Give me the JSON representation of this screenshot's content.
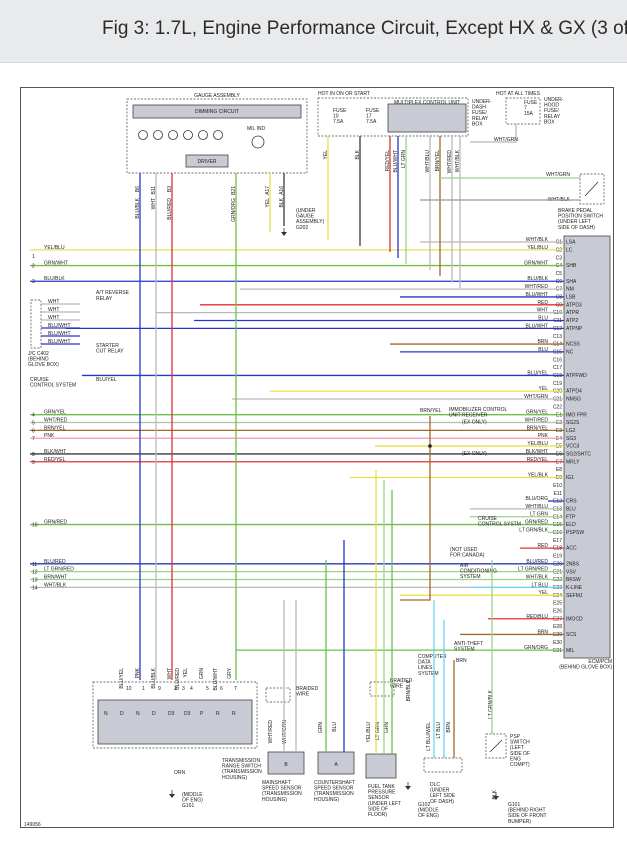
{
  "title": "Fig 3: 1.7L, Engine Performance Circuit, Except HX & GX (3 of",
  "figure_id": "149056",
  "top": {
    "gauge_assembly": "GAUGE ASSEMBLY",
    "dimming_circuit": "DIMMING CIRCUIT",
    "mil_ind": "MIL IND",
    "driver": "DRIVER",
    "hot_in_on_or_start": "HOT IN ON OR START",
    "fuse10": [
      "FUSE",
      "10",
      "7.5A"
    ],
    "fuse17": [
      "FUSE",
      "17",
      "7.5A"
    ],
    "multiplex": "MULTIPLEX CONTROL UNIT",
    "underdash": [
      "UNDER-",
      "DASH",
      "FUSE/",
      "RELAY",
      "BOX"
    ],
    "hot_at_all_times": "HOT AT ALL TIMES",
    "fuse_15a": [
      "FUSE",
      "7",
      "15A"
    ],
    "underhood": [
      "UNDER-",
      "HOOD",
      "FUSE/",
      "RELAY",
      "BOX"
    ],
    "under_gauge": [
      "(UNDER",
      "GAUGE",
      "ASSEMBLY)",
      "G202"
    ],
    "brake_switch": [
      "BRAKE PEDAL",
      "POSITION SWITCH",
      "(UNDER LEFT",
      "SIDE OF DASH)"
    ],
    "whtgrn": "WHT/GRN",
    "whtblk": "WHT/BLK",
    "gauge_pins": [
      "B6",
      "B11",
      "B3",
      "B21",
      "A17",
      "A16"
    ],
    "gauge_wires": [
      "BLU/BLK",
      "WHT",
      "BLU/RED",
      "GRN/ORG",
      "YEL",
      "BLK"
    ],
    "mux_wires": [
      "YEL",
      "BLK",
      "RED/YEL",
      "BLU/WHT",
      "LT GRN",
      "WHT/BLU",
      "BRN/YEL",
      "WHT/RED",
      "WHT/BLK"
    ]
  },
  "left": {
    "rows": [
      {
        "n": "",
        "w": "YEL/BLU"
      },
      {
        "n": "1",
        "w": ""
      },
      {
        "n": "2",
        "w": "GRN/WHT"
      },
      {
        "n": "3",
        "w": "BLU/BLK"
      }
    ],
    "at_reverse": [
      "A/T REVERSE",
      "RELAY"
    ],
    "jc_wires": [
      "WHT",
      "WHT",
      "WHT",
      "BLU/WHT",
      "BLU/WHT",
      "BLU/WHT"
    ],
    "jc": [
      "J/C C402",
      "(BEHIND",
      "GLOVE BOX)"
    ],
    "starter": [
      "STARTER",
      "CUT RELAY"
    ],
    "cruise": [
      "CRUISE",
      "CONTROL SYSTEM"
    ],
    "bluyel": "BLU/YEL",
    "rows2": [
      {
        "n": "4",
        "w": "GRN/YEL"
      },
      {
        "n": "5",
        "w": "WHT/RED"
      },
      {
        "n": "6",
        "w": "BRN/YEL"
      },
      {
        "n": "7",
        "w": "PNK"
      },
      {
        "n": "8",
        "w": "BLK/WHT"
      },
      {
        "n": "9",
        "w": "RED/YEL"
      },
      {
        "n": "10",
        "w": "GRN/RED"
      },
      {
        "n": "11",
        "w": "BLU/RED"
      },
      {
        "n": "12",
        "w": "LT GRN/RED"
      },
      {
        "n": "13",
        "w": "BRN/WHT"
      },
      {
        "n": "14",
        "w": "WHT/BLK"
      }
    ]
  },
  "ecm": {
    "label": [
      "ECM/PCM",
      "(BEHIND GLOVE BOX)"
    ],
    "pins": [
      {
        "c": "C1",
        "w": "WHT/BLK",
        "s": "LSA"
      },
      {
        "c": "C2",
        "w": "YEL/BLU",
        "s": "LC"
      },
      {
        "c": "C3",
        "w": "",
        "s": ""
      },
      {
        "c": "C4",
        "w": "GRN/WHT",
        "s": "SHB"
      },
      {
        "c": "C5",
        "w": "",
        "s": ""
      },
      {
        "c": "C6",
        "w": "BLU/BLK",
        "s": "SHA"
      },
      {
        "c": "C7",
        "w": "WHT/RED",
        "s": "NM"
      },
      {
        "c": "C8",
        "w": "BLU/WHT",
        "s": "LSB"
      },
      {
        "c": "C9",
        "w": "RED",
        "s": "ATPD3"
      },
      {
        "c": "C10",
        "w": "WHT",
        "s": "ATPR"
      },
      {
        "c": "C11",
        "w": "BLU",
        "s": "ATP2"
      },
      {
        "c": "C12",
        "w": "BLU/WHT",
        "s": "ATPNP"
      },
      {
        "c": "C13",
        "w": "",
        "s": ""
      },
      {
        "c": "C14",
        "w": "BRN",
        "s": "NCSS"
      },
      {
        "c": "C15",
        "w": "BLU",
        "s": "NC"
      },
      {
        "c": "C16",
        "w": "",
        "s": ""
      },
      {
        "c": "C17",
        "w": "",
        "s": ""
      },
      {
        "c": "C18",
        "w": "BLU/YEL",
        "s": "ATPFWD"
      },
      {
        "c": "C19",
        "w": "",
        "s": ""
      },
      {
        "c": "C20",
        "w": "YEL",
        "s": "ATPD4"
      },
      {
        "c": "C21",
        "w": "WHT/GRN",
        "s": "NMSG"
      },
      {
        "c": "C22",
        "w": "",
        "s": ""
      },
      {
        "c": "E1",
        "w": "GRN/YEL",
        "s": "IMO FPR"
      },
      {
        "c": "E2",
        "w": "WHT/RED",
        "s": "SG2S"
      },
      {
        "c": "E3",
        "w": "BRN/YEL",
        "s": "LG2"
      },
      {
        "c": "E4",
        "w": "PNK",
        "s": "SG3"
      },
      {
        "c": "E5",
        "w": "YEL/BLU",
        "s": "VCC3"
      },
      {
        "c": "E6",
        "w": "BLK/WHT",
        "s": "SG2/SHTC"
      },
      {
        "c": "E7",
        "w": "RED/YEL",
        "s": "MRLY"
      },
      {
        "c": "E8",
        "w": "",
        "s": ""
      },
      {
        "c": "E9",
        "w": "YEL/BLK",
        "s": "IG1"
      },
      {
        "c": "E10",
        "w": "",
        "s": ""
      },
      {
        "c": "E11",
        "w": "",
        "s": ""
      },
      {
        "c": "E12",
        "w": "BLU/ORG",
        "s": "CRS"
      },
      {
        "c": "E13",
        "w": "WHT/BLU",
        "s": "BLU"
      },
      {
        "c": "E14",
        "w": "LT GRN",
        "s": "FTP"
      },
      {
        "c": "E15",
        "w": "GRN/RED",
        "s": "ELD"
      },
      {
        "c": "E16",
        "w": "LT GRN/BLK",
        "s": "PSPSW"
      },
      {
        "c": "E17",
        "w": "",
        "s": ""
      },
      {
        "c": "E18",
        "w": "RED",
        "s": "ACC"
      },
      {
        "c": "E19",
        "w": "",
        "s": ""
      },
      {
        "c": "E20",
        "w": "BLU/RED",
        "s": "2NBS"
      },
      {
        "c": "E21",
        "w": "LT GRN/RED",
        "s": "VSV"
      },
      {
        "c": "E22",
        "w": "WHT/BLK",
        "s": "BKSW"
      },
      {
        "c": "E23",
        "w": "LT BLU",
        "s": "K-LINE"
      },
      {
        "c": "E24",
        "w": "YEL",
        "s": "SEFMJ"
      },
      {
        "c": "E25",
        "w": "",
        "s": ""
      },
      {
        "c": "E26",
        "w": "",
        "s": ""
      },
      {
        "c": "E27",
        "w": "RED/BLU",
        "s": "IMOCD"
      },
      {
        "c": "E28",
        "w": "",
        "s": ""
      },
      {
        "c": "E29",
        "w": "BRN",
        "s": "SCS"
      },
      {
        "c": "E30",
        "w": "",
        "s": ""
      },
      {
        "c": "E31",
        "w": "GRN/ORG",
        "s": "MIL"
      }
    ]
  },
  "mid": {
    "immobilizer": [
      "IMMOBILIZER CONTROL",
      "UNIT RECEIVER"
    ],
    "brnyel": "BRN/YEL",
    "ex_only1": "(EX ONLY)",
    "ex_only2": "(EX ONLY)",
    "cruise2": [
      "CRUISE",
      "CONTROL SYSTM"
    ],
    "not_used": [
      "(NOT USED",
      "FOR CANADA)"
    ],
    "aircon": [
      "AIR",
      "CONDITIONING",
      "SYSTEM"
    ],
    "antitheft": [
      "ANTI-THEFT",
      "SYSTEM"
    ],
    "cdl": [
      "COMPUTER",
      "DATA",
      "LINES",
      "SYSTEM"
    ],
    "brn": "BRN"
  },
  "bottom": {
    "trs_wires": [
      "BLU/YEL",
      "PNK",
      "BLU/BLK",
      "WHT",
      "BLU/RED",
      "YEL",
      "GRN",
      "BLU/WHT",
      "GRY"
    ],
    "trs_pins": [
      "10",
      "1",
      "9",
      "2",
      "3",
      "4",
      "5",
      "6",
      "7",
      "8"
    ],
    "trs_labels": [
      "N",
      "D",
      "N",
      "D",
      "D3",
      "D3",
      "P",
      "R",
      "R"
    ],
    "trs": [
      "TRANSMISSION",
      "RANGE SWITCH",
      "(TRANSMISSION",
      "HOUSING)"
    ],
    "orn": "ORN",
    "g101": [
      "(MIDDLE",
      "OF ENG)",
      "G101"
    ],
    "braided1": [
      "BRAIDED",
      "WIRE"
    ],
    "braided2": [
      "BRAIDED",
      "WIRE"
    ],
    "ms_wires": [
      "WHT/RED",
      "WHT/GRN"
    ],
    "mainshaft": [
      "MAINSHAFT",
      "SPEED SENSOR",
      "(TRANSMISSION",
      "HOUSING)"
    ],
    "cs_wires": [
      "GRN",
      "BLU"
    ],
    "countershaft": [
      "COUNTERSHAFT",
      "SPEED SENSOR",
      "(TRANSMISSION",
      "HOUSING)"
    ],
    "ft_wires": [
      "YEL/BLU",
      "LT GRN",
      "GRN"
    ],
    "fueltank": [
      "FUEL TANK",
      "PRESSURE",
      "SENSOR",
      "(UNDER LEFT",
      "SIDE OF",
      "FLOOR)"
    ],
    "brnblk": "BRN/BLK",
    "g102": [
      "G102",
      "(MIDDLE",
      "OF ENG)"
    ],
    "dlc_wires": [
      "LT BLU/WEL",
      "LT BLU",
      "BRN"
    ],
    "dlc": [
      "DLC",
      "(UNDER",
      "LEFT SIDE",
      "OF DASH)"
    ],
    "psp_wire": "LT GRN/BLK",
    "psp": [
      "PSP",
      "SWITCH",
      "(LEFT",
      "SIDE OF",
      "ENG",
      "COMPT)"
    ],
    "blk": "BLK",
    "g101b": [
      "G101",
      "(BEHIND RIGHT",
      "SIDE OF FRONT",
      "BUMPER)"
    ]
  }
}
